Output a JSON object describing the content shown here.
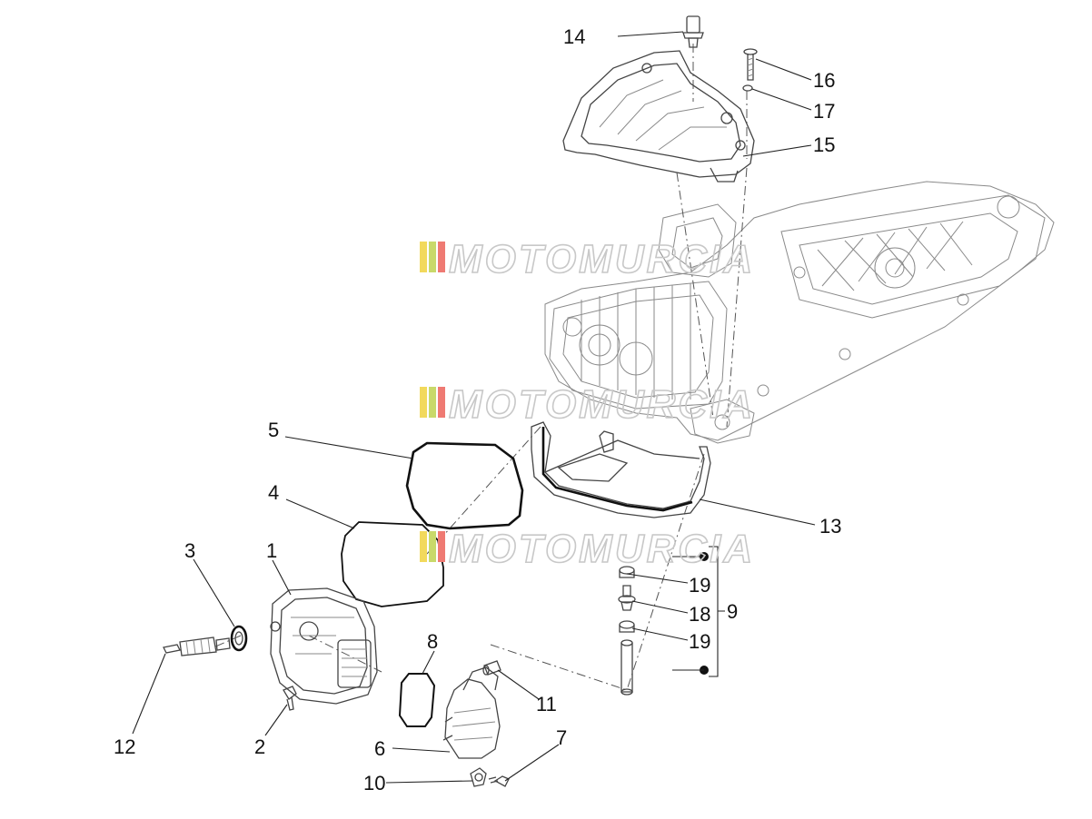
{
  "watermark": {
    "text": "MOTOMURCIA",
    "stripe_colors": [
      "#f2d95c",
      "#c9d96a",
      "#ef7a73"
    ]
  },
  "callouts": {
    "c1": "1",
    "c2": "2",
    "c3": "3",
    "c4": "4",
    "c5": "5",
    "c6": "6",
    "c7": "7",
    "c8": "8",
    "c9": "9",
    "c10": "10",
    "c11": "11",
    "c12": "12",
    "c13": "13",
    "c14": "14",
    "c15": "15",
    "c16": "16",
    "c17": "17",
    "c18": "18",
    "c19a": "19",
    "c19b": "19"
  }
}
